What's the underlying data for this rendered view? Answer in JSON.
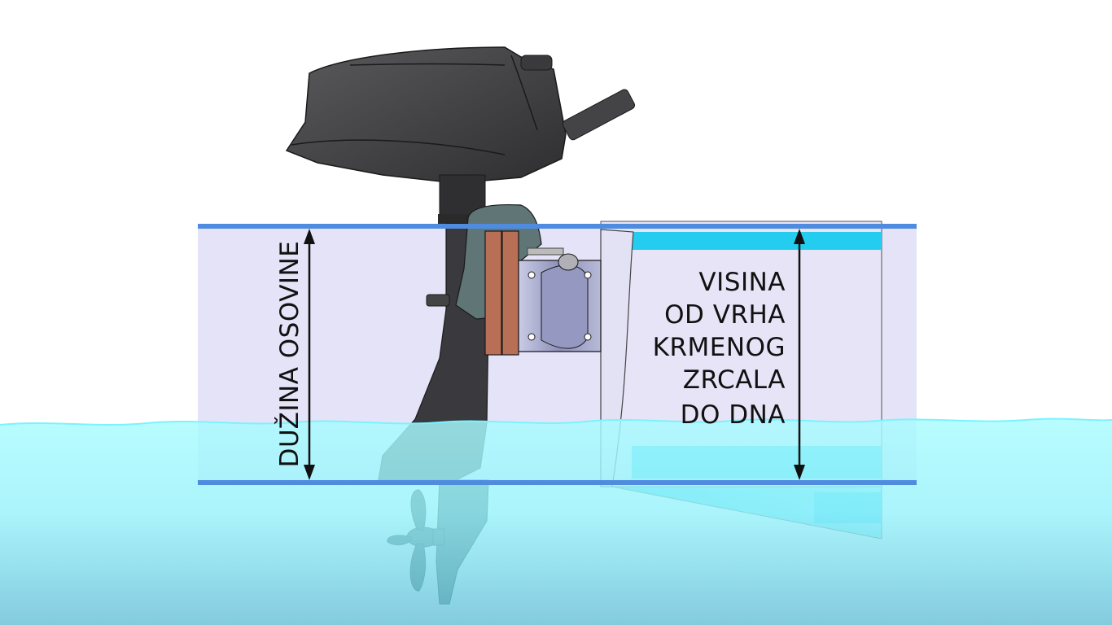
{
  "labels": {
    "shaft_length": "DUŽINA OSOVINE",
    "transom_height_lines": [
      "VISINA",
      "OD VRHA",
      "KRMENOG",
      "ZRCALA",
      "DO DNA"
    ]
  },
  "colors": {
    "band_fill": "#e4e2f7",
    "band_line": "#4f8ce0",
    "water_top": "#a4fbff",
    "water_bottom": "#6cc6dc",
    "engine_dark": "#3c3c3e",
    "engine_hood": "#4a4a4c",
    "lower_unit": "#3e5556",
    "clamp_wood": "#b96f55",
    "bracket_metal": "#a3a6c8",
    "boat_blue": "#19c4e8",
    "arrow_color": "#111111"
  },
  "icons": {
    "engine": "outboard-motor-icon",
    "propeller": "propeller-icon",
    "transom": "boat-transom-icon"
  }
}
